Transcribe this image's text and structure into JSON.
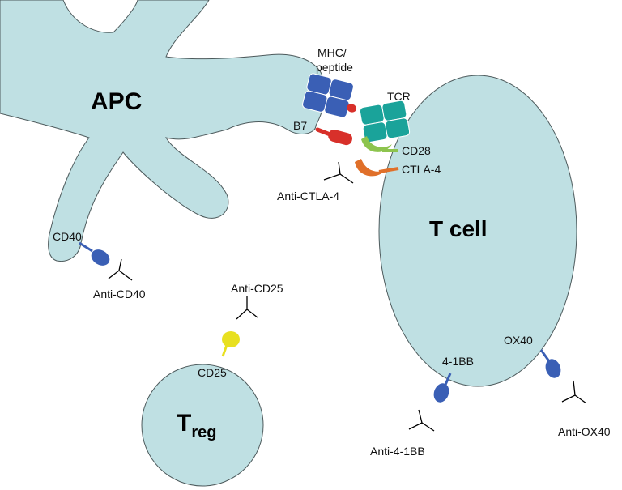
{
  "cells": {
    "apc": "APC",
    "tcell": "T cell",
    "treg_main": "T",
    "treg_sub": "reg"
  },
  "labels": {
    "mhc_line1": "MHC/",
    "mhc_line2": "peptide",
    "tcr": "TCR",
    "b7": "B7",
    "cd28": "CD28",
    "ctla4": "CTLA-4",
    "anti_ctla4": "Anti-CTLA-4",
    "cd40": "CD40",
    "anti_cd40": "Anti-CD40",
    "anti_cd25": "Anti-CD25",
    "cd25": "CD25",
    "ox40": "OX40",
    "anti_ox40": "Anti-OX40",
    "4_1bb": "4-1BB",
    "anti_4_1bb": "Anti-4-1BB"
  },
  "colors": {
    "cell_fill": "#bfe0e3",
    "outline": "#4d5a5c",
    "mhc_blue": "#3a5fb5",
    "tcr_teal": "#1aa39a",
    "b7_red": "#d8302a",
    "cd28_green": "#8dc44e",
    "ctla4_orange": "#e0702a",
    "cd25_yellow": "#e8e020",
    "receptor_blue": "#3a5fb5"
  }
}
